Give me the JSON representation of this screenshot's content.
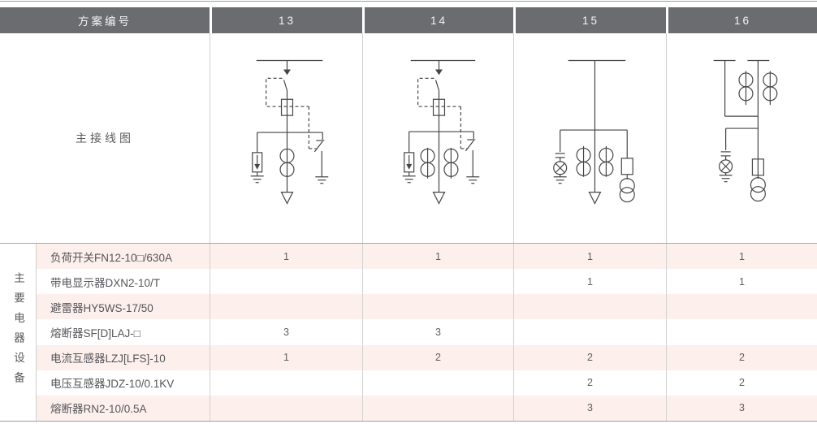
{
  "header": {
    "scheme_label": "方案编号",
    "columns": [
      "13",
      "14",
      "15",
      "16"
    ]
  },
  "diagram_row": {
    "label": "主接线图",
    "diagram_names": [
      "scheme-13-single-line-diagram",
      "scheme-14-single-line-diagram",
      "scheme-15-single-line-diagram",
      "scheme-16-single-line-diagram"
    ]
  },
  "equipment": {
    "category_label": "主要电器设备",
    "rows": [
      {
        "name": "负荷开关FN12-10□/630A",
        "values": [
          "1",
          "1",
          "1",
          "1"
        ]
      },
      {
        "name": "带电显示器DXN2-10/T",
        "values": [
          "",
          "",
          "1",
          "1"
        ]
      },
      {
        "name": "避雷器HY5WS-17/50",
        "values": [
          "",
          "",
          "",
          ""
        ]
      },
      {
        "name": "熔断器SF[D]LAJ-□",
        "values": [
          "3",
          "3",
          "",
          ""
        ]
      },
      {
        "name": "电流互感器LZJ[LFS]-10",
        "values": [
          "1",
          "2",
          "2",
          "2"
        ]
      },
      {
        "name": "电压互感器JDZ-10/0.1KV",
        "values": [
          "",
          "",
          "2",
          "2"
        ]
      },
      {
        "name": "熔断器RN2-10/0.5A",
        "values": [
          "",
          "",
          "3",
          "3"
        ]
      }
    ]
  },
  "colors": {
    "header_bg": "#6a6c6f",
    "row_stripe": "#fdefec",
    "diagram_line": "#454545"
  }
}
